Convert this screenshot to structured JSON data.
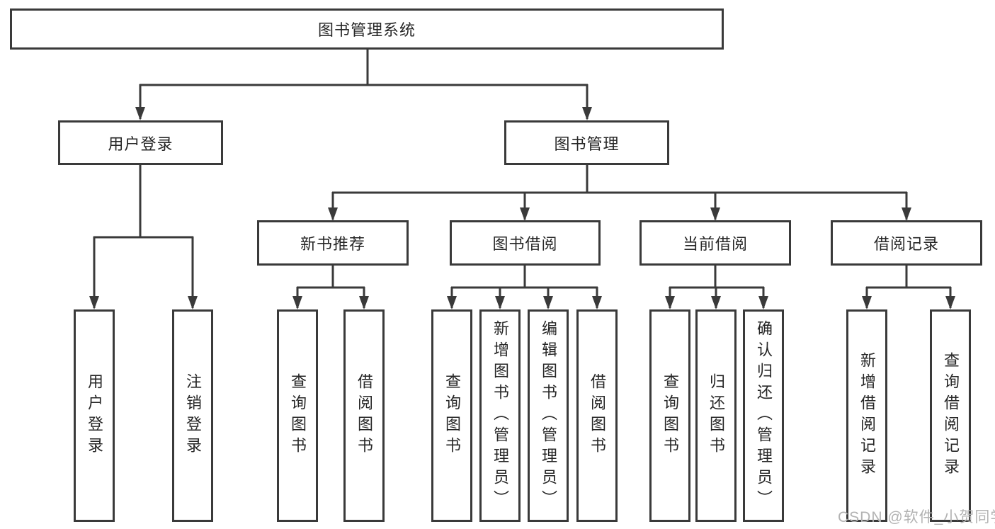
{
  "diagram": {
    "title": "图书管理系统",
    "user_login": {
      "label": "用户登录",
      "children": [
        "用户登录",
        "注销登录"
      ]
    },
    "book_mgmt": {
      "label": "图书管理",
      "sections": {
        "new_books": {
          "label": "新书推荐",
          "children": [
            "查询图书",
            "借阅图书"
          ]
        },
        "book_borrow": {
          "label": "图书借阅",
          "children": [
            "查询图书",
            "新增图书（管理员）",
            "编辑图书（管理员）",
            "借阅图书"
          ]
        },
        "current_borrow": {
          "label": "当前借阅",
          "children": [
            "查询图书",
            "归还图书",
            "确认归还（管理员）"
          ]
        },
        "borrow_records": {
          "label": "借阅记录",
          "children": [
            "新增借阅记录",
            "查询借阅记录"
          ]
        }
      }
    },
    "watermark": "CSDN @软件_小贺同学",
    "colors": {
      "line": "#3a3a3a",
      "text": "#262626",
      "box_background": "#ffffff",
      "page_background": "#ffffff",
      "watermark": "#b3b3b3"
    }
  }
}
